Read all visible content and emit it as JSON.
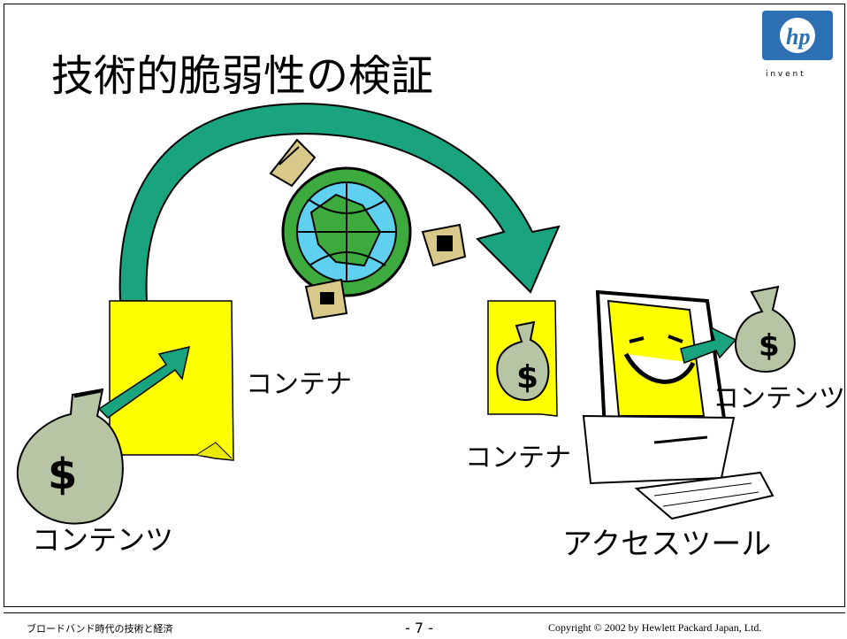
{
  "slide": {
    "title": "技術的脆弱性の検証",
    "labels": {
      "container_left": "コンテナ",
      "contents_left": "コンテンツ",
      "container_right": "コンテナ",
      "contents_right": "コンテンツ",
      "access_tool": "アクセスツール"
    },
    "logo": {
      "text": "hp",
      "tagline": "i n v e n t"
    }
  },
  "footer": {
    "left": "ブロードバンド時代の技術と経済",
    "page": "- 7 -",
    "copyright": "Copyright © 2002 by Hewlett Packard Japan, Ltd."
  },
  "colors": {
    "arrow": "#1aa37f",
    "document": "#ffff00",
    "moneybag": "#b7c5a5",
    "globe_ocean": "#5fd0f0",
    "globe_land": "#3caa3c",
    "logo": "#2c6fb3"
  }
}
